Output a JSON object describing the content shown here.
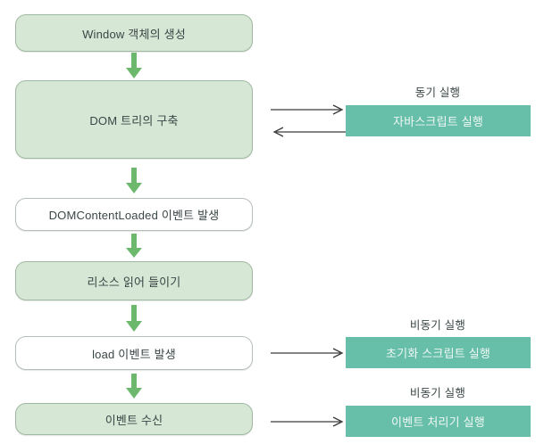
{
  "diagram": {
    "title": "Window object lifecycle flow",
    "colors": {
      "green_fill": "#d6e7d5",
      "green_border": "#9fb9a1",
      "white_fill": "#ffffff",
      "white_border": "#b6bfb8",
      "teal_fill": "#68bfa9",
      "teal_text": "#eef7f4",
      "arrow_green": "#6cb86c",
      "arrow_black": "#3a3a3a",
      "text": "#3b4646"
    },
    "flow_steps": [
      {
        "id": "window-creation",
        "label": "Window 객체의 생성",
        "style": "green"
      },
      {
        "id": "dom-tree",
        "label": "DOM 트리의 구축",
        "style": "green"
      },
      {
        "id": "domcontentloaded",
        "label": "DOMContentLoaded 이벤트 발생",
        "style": "white"
      },
      {
        "id": "resource-load",
        "label": "리소스 읽어 들이기",
        "style": "green"
      },
      {
        "id": "load-event",
        "label": "load 이벤트 발생",
        "style": "white"
      },
      {
        "id": "event-receive",
        "label": "이벤트 수신",
        "style": "green"
      }
    ],
    "side_groups": [
      {
        "id": "sync-javascript",
        "caption": "동기 실행",
        "box_label": "자바스크립트 실행",
        "arrows": [
          "right",
          "left"
        ]
      },
      {
        "id": "async-init-script",
        "caption": "비동기 실행",
        "box_label": "초기화 스크립트 실행",
        "arrows": [
          "right"
        ]
      },
      {
        "id": "async-event-handler",
        "caption": "비동기 실행",
        "box_label": "이벤트 처리기 실행",
        "arrows": [
          "right"
        ]
      }
    ],
    "down_arrow_count": 5
  }
}
